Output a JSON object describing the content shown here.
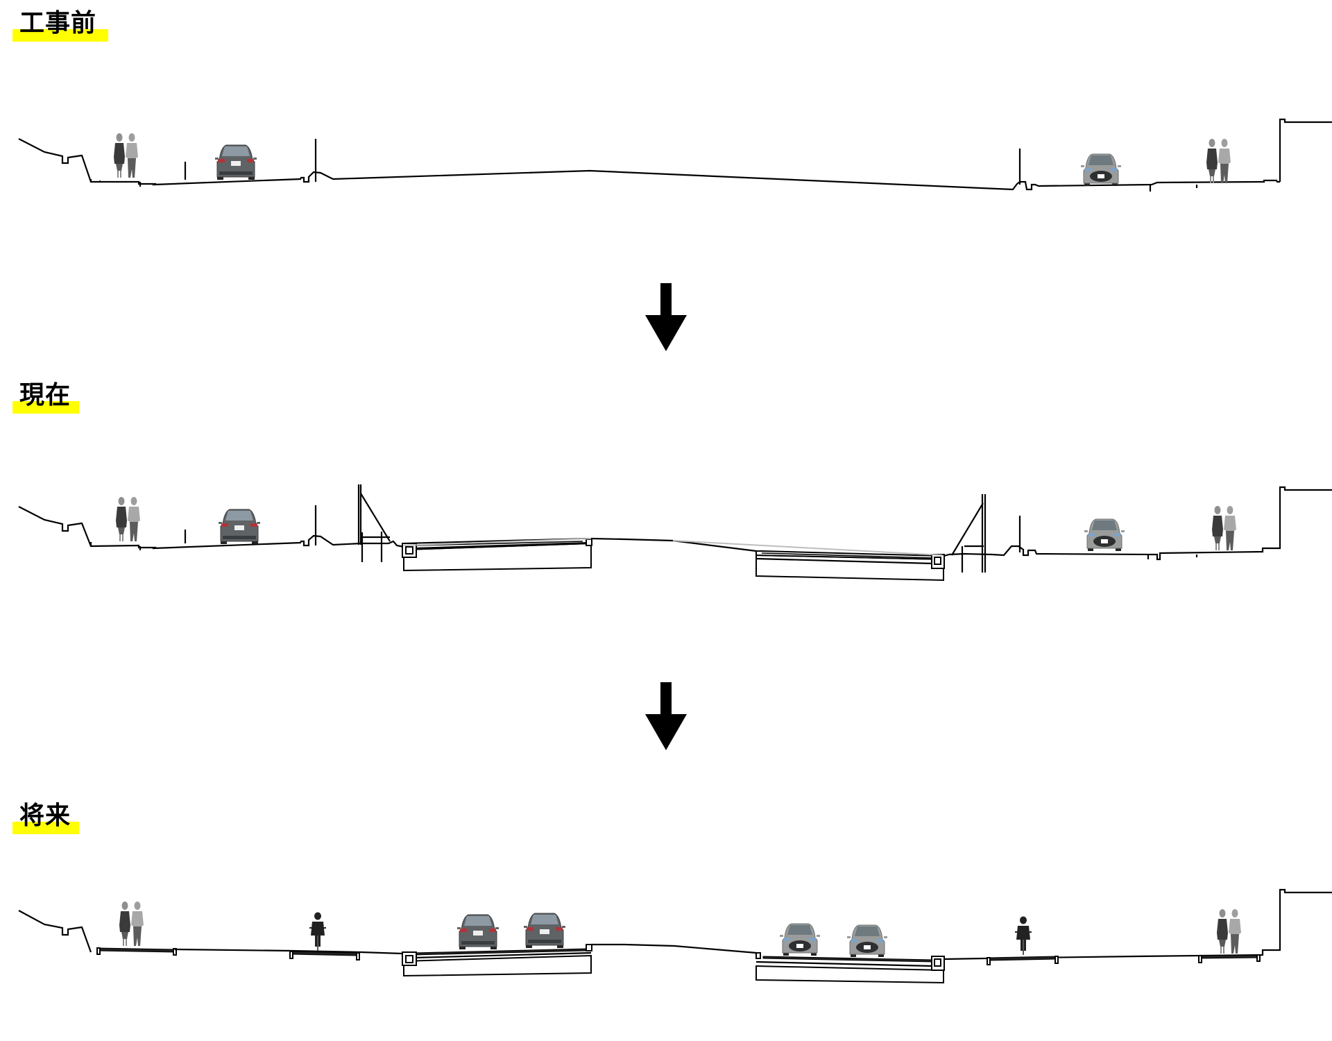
{
  "stages": [
    {
      "id": "before",
      "label": "工事前"
    },
    {
      "id": "current",
      "label": "現在"
    },
    {
      "id": "future",
      "label": "将来"
    }
  ],
  "colors": {
    "highlight": "#ffff00",
    "line": "#000000",
    "car_dark": "#5f6366",
    "car_light": "#9a9c9c",
    "person_dark": "#3a3a3a",
    "person_light": "#9e9e9e",
    "cyclist": "#222222",
    "proposed_surface": "#bdbdbd"
  },
  "icons": {
    "arrow": "down-arrow-icon",
    "car_rear": "car-rear-icon",
    "car_front": "car-front-icon",
    "pedestrians": "pedestrian-pair-icon",
    "cyclist": "cyclist-icon"
  }
}
